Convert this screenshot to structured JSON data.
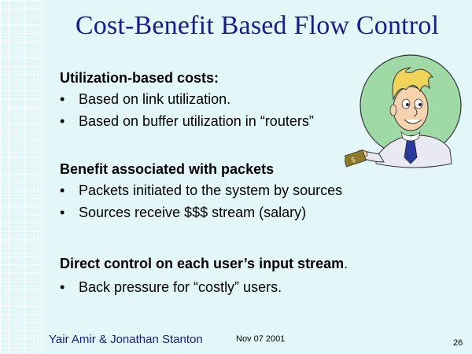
{
  "slide": {
    "title": "Cost-Benefit Based Flow Control",
    "sections": [
      {
        "heading": "Utilization-based costs:",
        "bullets": [
          "Based on link utilization.",
          "Based on buffer utilization in “routers”"
        ]
      },
      {
        "heading": "Benefit associated with packets",
        "bullets": [
          "Packets initiated to the system by sources",
          "Sources receive $$$ stream (salary)"
        ]
      },
      {
        "heading": "Direct control on each user’s input stream",
        "heading_suffix": ".",
        "bullets": [
          "Back pressure for “costly” users."
        ]
      }
    ],
    "bullet_glyph": "•",
    "footer": {
      "authors": "Yair Amir & Jonathan Stanton",
      "date": "Nov 07 2001",
      "page_number": "26"
    },
    "illustration": "businessman-handing-money-clipart"
  },
  "colors": {
    "background": "#e3f7f9",
    "grid": "#ffffff",
    "title": "#1a1a99",
    "clipart_circle": "#9fd9a6"
  }
}
